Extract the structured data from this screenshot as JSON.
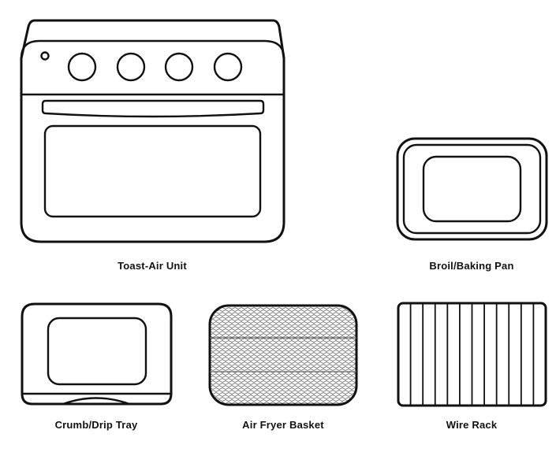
{
  "labels": {
    "toast_air_unit": "Toast-Air Unit",
    "broil_baking_pan": "Broil/Baking Pan",
    "crumb_drip_tray": "Crumb/Drip Tray",
    "air_fryer_basket": "Air Fryer Basket",
    "wire_rack": "Wire Rack"
  },
  "colors": {
    "line": "#111111",
    "background": "#ffffff"
  }
}
